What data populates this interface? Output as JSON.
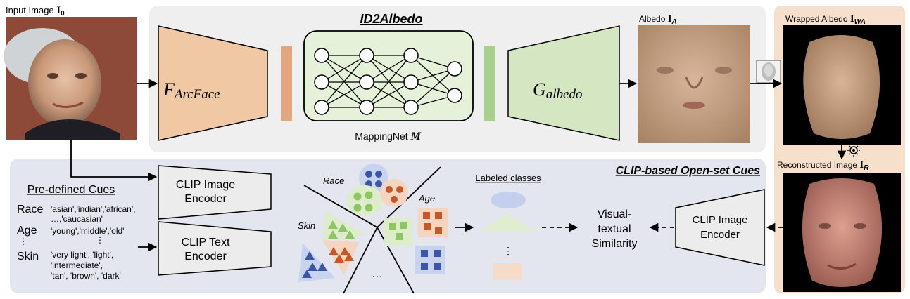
{
  "colors": {
    "top_panel_bg": "#efefef",
    "bottom_panel_bg": "#e3e6ee",
    "right_panel_bg": "#f6dfcb",
    "encoder_orange": "#f0c8a4",
    "decoder_green": "#d5e6c2",
    "bar_orange": "#e2a77e",
    "bar_green": "#a9cf8c",
    "mapping_bg": "#e6f1d9",
    "face_bg": "#000000"
  },
  "input": {
    "label_prefix": "Input Image ",
    "label_math": "I",
    "label_sub": "0"
  },
  "top": {
    "title": "ID2Albedo",
    "encoder_symbol": "F",
    "encoder_sub": "ArcFace",
    "decoder_symbol": "G",
    "decoder_sub": "albedo",
    "mapping_label": "MappingNet ",
    "mapping_symbol": "M",
    "albedo_prefix": "Albedo ",
    "albedo_math": "I",
    "albedo_sub": "A"
  },
  "right": {
    "wrapped_prefix": "Wrapped Albedo ",
    "wrapped_math": "I",
    "wrapped_sub": "WA",
    "recon_prefix": "Reconstructed Image ",
    "recon_math": "I",
    "recon_sub": "R"
  },
  "bottom": {
    "title": "CLIP-based Open-set Cues",
    "cues_title": "Pre-defined Cues",
    "cues": [
      {
        "name": "Race",
        "values": [
          "'asian','indian','african',",
          "…,'caucasian'"
        ]
      },
      {
        "name": "Age",
        "values": [
          "'young','middle','old'"
        ]
      },
      {
        "name": "⋮",
        "values": [
          "⋮"
        ]
      },
      {
        "name": "Skin",
        "values": [
          "'very light', 'light',",
          "'intermediate',",
          "'tan', 'brown', 'dark'"
        ]
      }
    ],
    "clip_image_encoder": [
      "CLIP Image",
      "Encoder"
    ],
    "clip_text_encoder": [
      "CLIP Text",
      "Encoder"
    ],
    "cluster_labels": {
      "race": "Race",
      "age": "Age",
      "skin": "Skin",
      "more": "…"
    },
    "labeled_classes": "Labeled classes",
    "labeled_dots": "⋮",
    "similarity": [
      "Visual-",
      "textual",
      "Similarity"
    ],
    "clip_image_encoder_right": [
      "CLIP Image",
      "Encoder"
    ]
  }
}
